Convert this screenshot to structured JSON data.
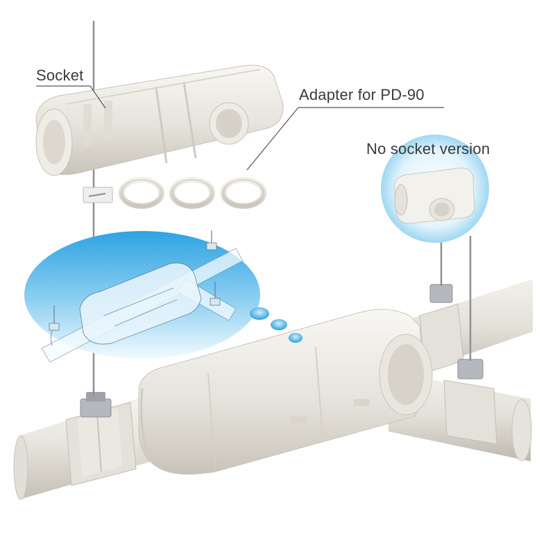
{
  "labels": {
    "socket": "Socket",
    "adapter": "Adapter for PD-90",
    "no_socket": "No socket version"
  },
  "colors": {
    "background": "#ffffff",
    "pipe": "#e7e4dd",
    "pipe_shadow": "#c9c5bc",
    "highlight_blue": "#4fb3e8",
    "light_blue": "#d9f0fb",
    "text": "#3a3a3a"
  }
}
